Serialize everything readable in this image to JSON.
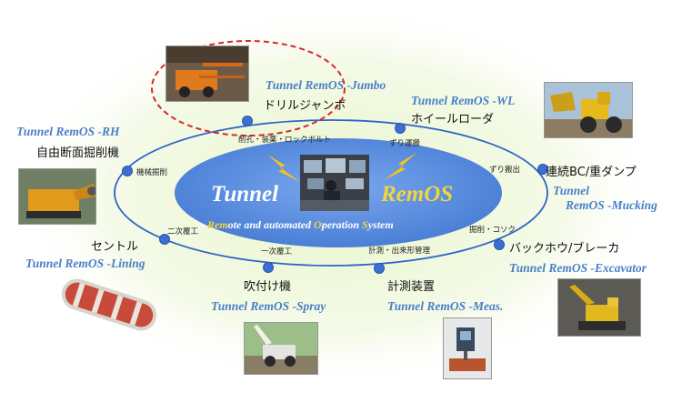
{
  "center": {
    "title_left": "Tunnel",
    "title_right": "RemOS",
    "subtitle_parts": [
      {
        "text": "Rem",
        "hl": true
      },
      {
        "text": "ote and automated ",
        "hl": false
      },
      {
        "text": "O",
        "hl": true
      },
      {
        "text": "peration ",
        "hl": false
      },
      {
        "text": "S",
        "hl": true
      },
      {
        "text": "ystem",
        "hl": false
      }
    ]
  },
  "machines": {
    "jumbo": {
      "system": "Tunnel RemOS -Jumbo",
      "name": "ドリルジャンボ",
      "task": "削孔・装薬・ロックボルト"
    },
    "wl": {
      "system": "Tunnel RemOS -WL",
      "name": "ホイールローダ",
      "task": "ずり運搬"
    },
    "mucking": {
      "system_line1": "Tunnel",
      "system_line2": "RemOS -Mucking",
      "name": "連続BC/重ダンプ",
      "task": "ずり搬出"
    },
    "excavator": {
      "system": "Tunnel RemOS -Excavator",
      "name": "バックホウ/ブレーカ",
      "task": "掘削・コソク"
    },
    "meas": {
      "system": "Tunnel RemOS -Meas.",
      "name": "計測装置",
      "task": "計測・出来形管理"
    },
    "spray": {
      "system": "Tunnel RemOS -Spray",
      "name": "吹付け機",
      "task": "一次覆工"
    },
    "lining": {
      "system": "Tunnel RemOS -Lining",
      "name": "セントル",
      "task": "二次覆工"
    },
    "rh": {
      "system": "Tunnel RemOS -RH",
      "name": "自由断面掘削機",
      "task": "機械掘削"
    }
  },
  "colors": {
    "ellipse_fill": "#5b8fe0",
    "ring_stroke": "#2f63c8",
    "node": "#3b6fd4",
    "highlight_dash": "#d42a2a",
    "system_text": "#4a7fc8",
    "accent_yellow": "#f2d53a",
    "bolt": "#f5c518"
  },
  "icons": [
    "lightning-bolt-icon",
    "lightning-bolt-icon"
  ]
}
